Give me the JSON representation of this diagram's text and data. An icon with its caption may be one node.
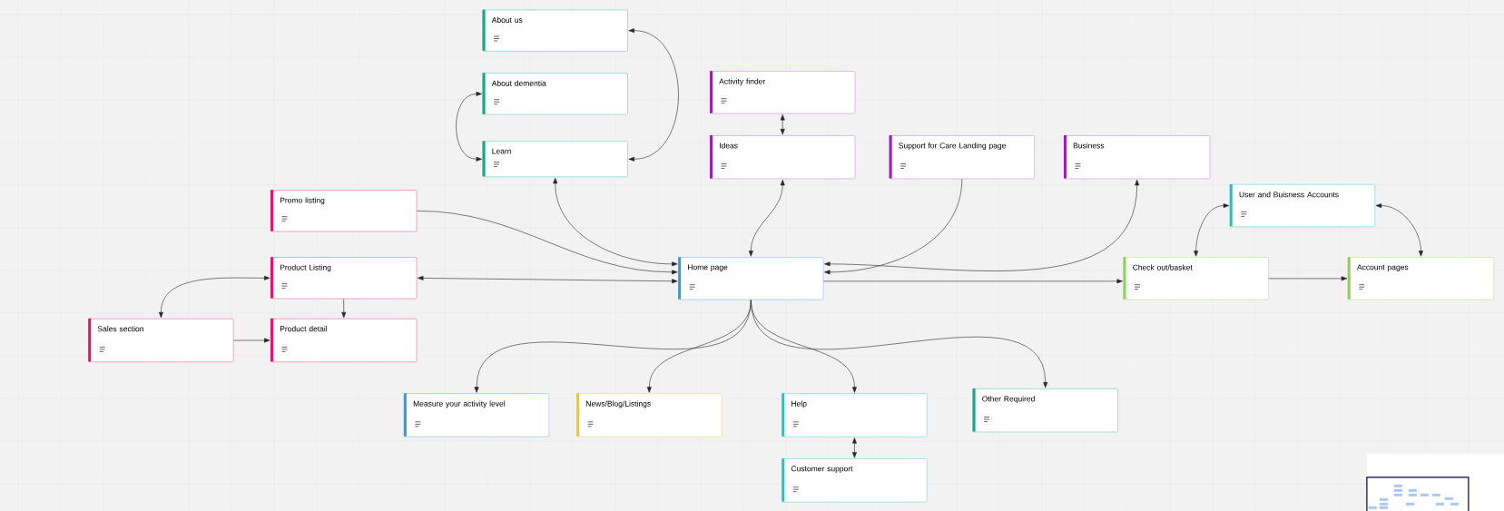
{
  "diagram": {
    "nodes": [
      {
        "text": [
          "About us"
        ]
      },
      {
        "text": [
          "About dementia"
        ]
      },
      {
        "text": [
          "Learn"
        ]
      },
      {
        "text": [
          "Activity finder"
        ]
      },
      {
        "text": [
          "Ideas"
        ]
      },
      {
        "text": [
          "Support for Care Landing page"
        ]
      },
      {
        "text": [
          "Business"
        ]
      },
      {
        "text": [
          "Promo listing"
        ]
      },
      {
        "text": [
          "User and Buisness Accounts"
        ]
      },
      {
        "text": [
          "Product Listing"
        ]
      },
      {
        "text": [
          "Home page"
        ]
      },
      {
        "text": [
          "Check out/basket"
        ]
      },
      {
        "text": [
          "Account pages"
        ]
      },
      {
        "text": [
          "Sales section"
        ]
      },
      {
        "text": [
          "Product detail"
        ]
      },
      {
        "text": [
          "Measure your activity level"
        ]
      },
      {
        "text": [
          "News/Blog/Listings"
        ]
      },
      {
        "text": [
          "Help"
        ]
      },
      {
        "text": [
          "Other Required"
        ]
      },
      {
        "text": [
          "Customer support"
        ]
      }
    ],
    "edges": [
      {
        "from": 0,
        "to": 2,
        "arrow": "both"
      },
      {
        "from": 1,
        "to": 2,
        "arrow": "both"
      },
      {
        "from": 3,
        "to": 4,
        "arrow": "both"
      },
      {
        "from": 10,
        "to": 4,
        "arrow": "both"
      },
      {
        "from": 2,
        "to": 10,
        "arrow": "both"
      },
      {
        "from": 7,
        "to": 10,
        "arrow": "to"
      },
      {
        "from": 9,
        "to": 10,
        "arrow": "both"
      },
      {
        "from": 9,
        "to": 13,
        "arrow": "both"
      },
      {
        "from": 9,
        "to": 14,
        "arrow": "to"
      },
      {
        "from": 13,
        "to": 14,
        "arrow": "to"
      },
      {
        "from": 5,
        "to": 10,
        "arrow": "to"
      },
      {
        "from": 10,
        "to": 6,
        "arrow": "both"
      },
      {
        "from": 10,
        "to": 11,
        "arrow": "to"
      },
      {
        "from": 11,
        "to": 8,
        "arrow": "both"
      },
      {
        "from": 8,
        "to": 12,
        "arrow": "both"
      },
      {
        "from": 11,
        "to": 12,
        "arrow": "to"
      },
      {
        "from": 10,
        "to": 15,
        "arrow": "to"
      },
      {
        "from": 10,
        "to": 16,
        "arrow": "to"
      },
      {
        "from": 10,
        "to": 17,
        "arrow": "to"
      },
      {
        "from": 10,
        "to": 18,
        "arrow": "to"
      },
      {
        "from": 17,
        "to": 19,
        "arrow": "both"
      }
    ]
  }
}
